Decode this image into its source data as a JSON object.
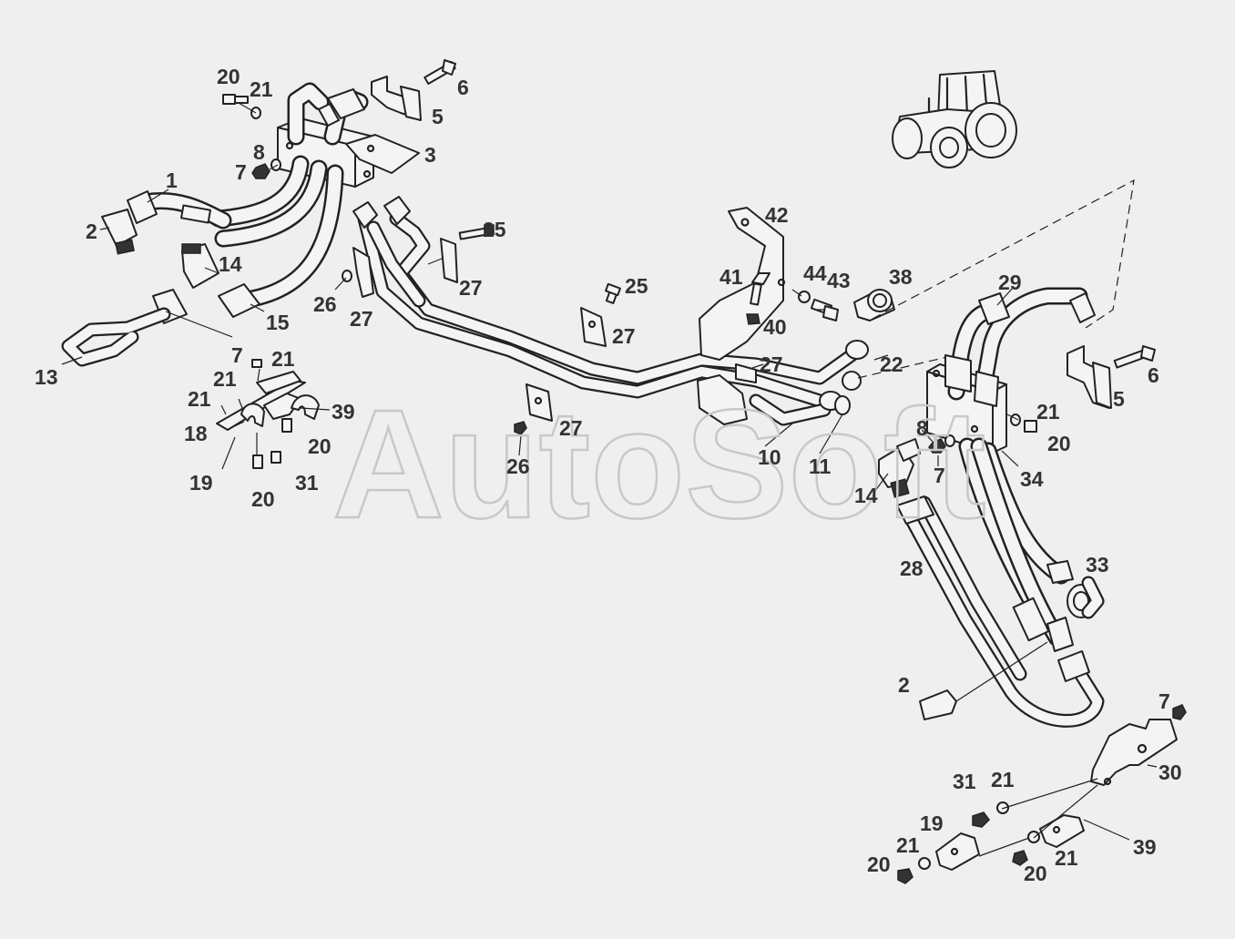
{
  "watermark": "AutoSoft",
  "callouts": [
    {
      "id": "c20a",
      "text": "20"
    },
    {
      "id": "c21a",
      "text": "21"
    },
    {
      "id": "c6a",
      "text": "6"
    },
    {
      "id": "c5a",
      "text": "5"
    },
    {
      "id": "c3",
      "text": "3"
    },
    {
      "id": "c8a",
      "text": "8"
    },
    {
      "id": "c7a",
      "text": "7"
    },
    {
      "id": "c1",
      "text": "1"
    },
    {
      "id": "c2a",
      "text": "2"
    },
    {
      "id": "c14a",
      "text": "14"
    },
    {
      "id": "c15",
      "text": "15"
    },
    {
      "id": "c13",
      "text": "13"
    },
    {
      "id": "c25a",
      "text": "25"
    },
    {
      "id": "c27a",
      "text": "27"
    },
    {
      "id": "c26a",
      "text": "26"
    },
    {
      "id": "c27b",
      "text": "27"
    },
    {
      "id": "c25b",
      "text": "25"
    },
    {
      "id": "c27c",
      "text": "27"
    },
    {
      "id": "c42",
      "text": "42"
    },
    {
      "id": "c41",
      "text": "41"
    },
    {
      "id": "c44",
      "text": "44"
    },
    {
      "id": "c43",
      "text": "43"
    },
    {
      "id": "c38",
      "text": "38"
    },
    {
      "id": "c40",
      "text": "40"
    },
    {
      "id": "c29",
      "text": "29"
    },
    {
      "id": "c22",
      "text": "22"
    },
    {
      "id": "c27d",
      "text": "27"
    },
    {
      "id": "c6b",
      "text": "6"
    },
    {
      "id": "c5b",
      "text": "5"
    },
    {
      "id": "c21b",
      "text": "21"
    },
    {
      "id": "c20b",
      "text": "20"
    },
    {
      "id": "c8b",
      "text": "8"
    },
    {
      "id": "c7b",
      "text": "7"
    },
    {
      "id": "c34",
      "text": "34"
    },
    {
      "id": "c10",
      "text": "10"
    },
    {
      "id": "c11",
      "text": "11"
    },
    {
      "id": "c14b",
      "text": "14"
    },
    {
      "id": "c27e",
      "text": "27"
    },
    {
      "id": "c26b",
      "text": "26"
    },
    {
      "id": "c7c",
      "text": "7"
    },
    {
      "id": "c21c",
      "text": "21"
    },
    {
      "id": "c21d",
      "text": "21"
    },
    {
      "id": "c21e",
      "text": "21"
    },
    {
      "id": "c39a",
      "text": "39"
    },
    {
      "id": "c18",
      "text": "18"
    },
    {
      "id": "c20c",
      "text": "20"
    },
    {
      "id": "c19a",
      "text": "19"
    },
    {
      "id": "c20d",
      "text": "20"
    },
    {
      "id": "c31a",
      "text": "31"
    },
    {
      "id": "c28",
      "text": "28"
    },
    {
      "id": "c33",
      "text": "33"
    },
    {
      "id": "c2b",
      "text": "2"
    },
    {
      "id": "c7d",
      "text": "7"
    },
    {
      "id": "c30",
      "text": "30"
    },
    {
      "id": "c31b",
      "text": "31"
    },
    {
      "id": "c21f",
      "text": "21"
    },
    {
      "id": "c19b",
      "text": "19"
    },
    {
      "id": "c39b",
      "text": "39"
    },
    {
      "id": "c21g",
      "text": "21"
    },
    {
      "id": "c20e",
      "text": "20"
    },
    {
      "id": "c21h",
      "text": "21"
    },
    {
      "id": "c20f",
      "text": "20"
    }
  ]
}
